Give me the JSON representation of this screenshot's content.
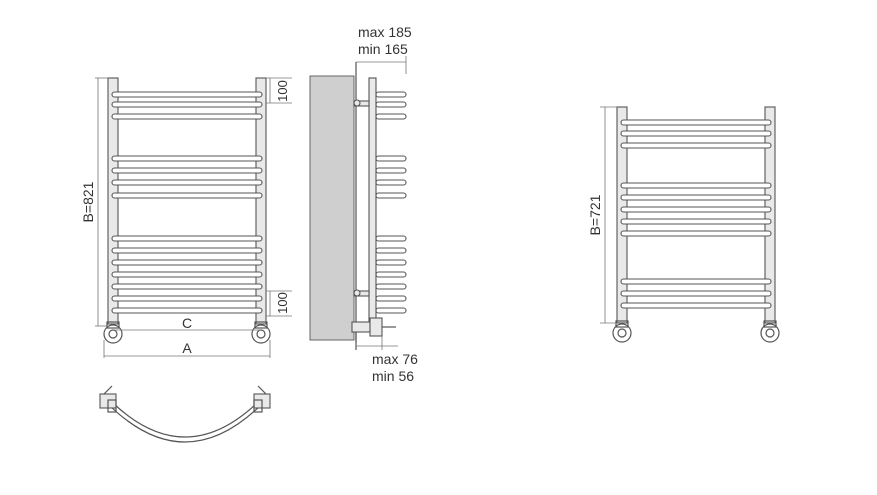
{
  "labels": {
    "height_large": "B=821",
    "height_small": "B=721",
    "top_spacing": "100",
    "bottom_spacing": "100",
    "width_c": "C",
    "width_a": "A",
    "depth_max": "max 185",
    "depth_min": "min 165",
    "offset_max": "max 76",
    "offset_min": "min 56"
  },
  "colors": {
    "line": "#555555",
    "wall": "#cfcfcf",
    "text": "#333333"
  }
}
